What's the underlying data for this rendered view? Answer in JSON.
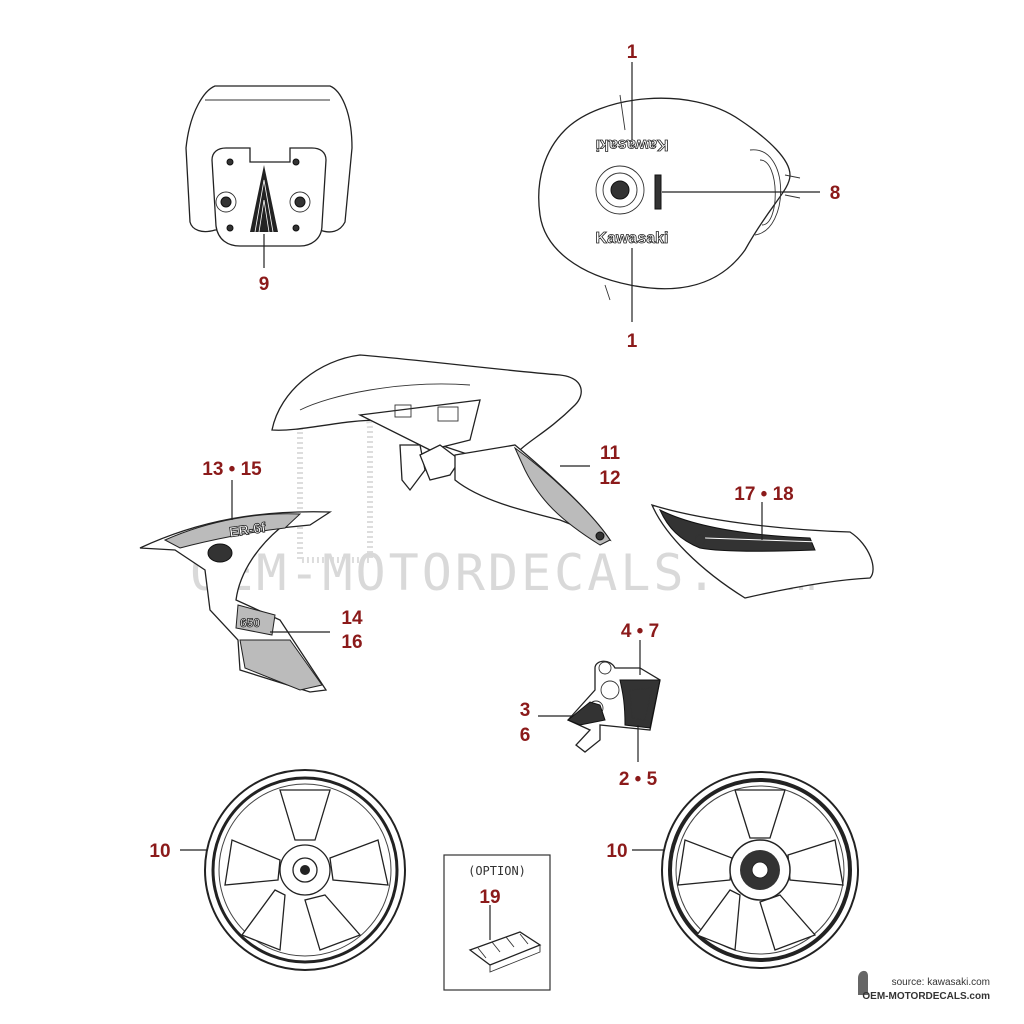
{
  "watermark": "OEM-MOTORDECALS.com",
  "decal_texts": {
    "tank_top": "Kawasaki",
    "tank_bottom": "Kawasaki",
    "shroud_model": "ER-6f",
    "shroud_cc": "650"
  },
  "callouts": [
    {
      "id": "c1a",
      "text": "1"
    },
    {
      "id": "c1b",
      "text": "1"
    },
    {
      "id": "c9",
      "text": "9"
    },
    {
      "id": "c8",
      "text": "8"
    },
    {
      "id": "c11",
      "text": "11"
    },
    {
      "id": "c12",
      "text": "12"
    },
    {
      "id": "c13",
      "text": "13 • 15"
    },
    {
      "id": "c14",
      "text": "14"
    },
    {
      "id": "c16",
      "text": "16"
    },
    {
      "id": "c17",
      "text": "17 • 18"
    },
    {
      "id": "c47",
      "text": "4 • 7"
    },
    {
      "id": "c3",
      "text": "3"
    },
    {
      "id": "c6",
      "text": "6"
    },
    {
      "id": "c25",
      "text": "2 • 5"
    },
    {
      "id": "c10a",
      "text": "10"
    },
    {
      "id": "c10b",
      "text": "10"
    },
    {
      "id": "c19",
      "text": "19"
    }
  ],
  "option_box": {
    "label": "(OPTION)"
  },
  "source": {
    "line1": "source: kawasaki.com",
    "line2": "OEM-MOTORDECALS.com"
  },
  "colors": {
    "callout": "#8b1a1a",
    "watermark": "#d9d9d9"
  }
}
